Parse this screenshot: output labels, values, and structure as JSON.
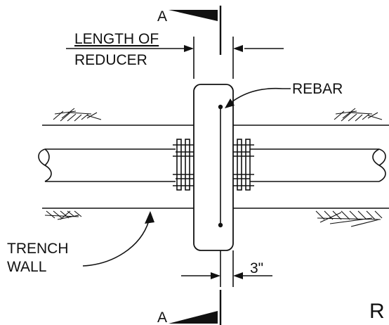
{
  "labels": {
    "section_mark_top": "A",
    "section_mark_bottom": "A",
    "length_line1": "LENGTH OF",
    "length_line2": "REDUCER",
    "rebar": "REBAR",
    "trench_line1": "TRENCH",
    "trench_line2": "WALL",
    "dimension": "3\"",
    "corner_letter": "R"
  },
  "colors": {
    "line": "#111111",
    "background": "#ffffff"
  }
}
